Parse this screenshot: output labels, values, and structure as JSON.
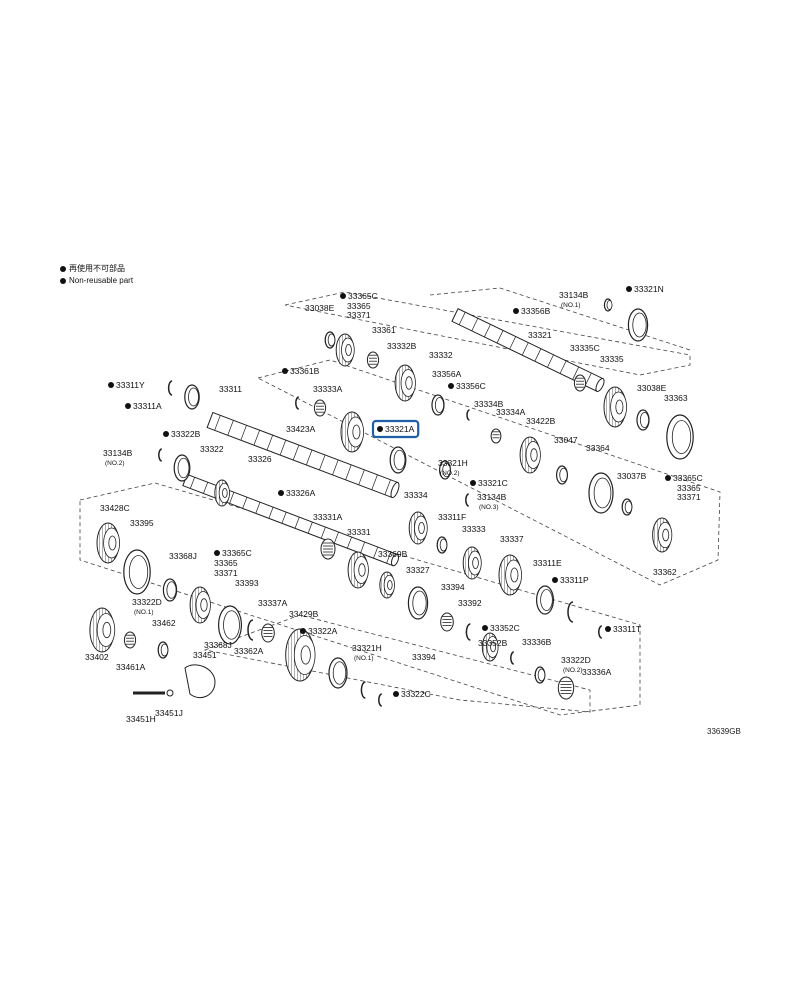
{
  "legend": {
    "items": [
      {
        "text": "再使用不可部品"
      },
      {
        "text": "Non-reusable part"
      }
    ]
  },
  "drawing_code": "33639GB",
  "highlight": "33321A",
  "parts": [
    {
      "id": "33365C",
      "bullet": true,
      "note": ""
    },
    {
      "id": "33365",
      "bullet": false,
      "note": ""
    },
    {
      "id": "33371",
      "bullet": false,
      "note": ""
    },
    {
      "id": "33038E",
      "bullet": false,
      "note": ""
    },
    {
      "id": "33361",
      "bullet": false,
      "note": ""
    },
    {
      "id": "33332B",
      "bullet": false,
      "note": ""
    },
    {
      "id": "33332",
      "bullet": false,
      "note": ""
    },
    {
      "id": "33361B",
      "bullet": true,
      "note": ""
    },
    {
      "id": "33333A",
      "bullet": false,
      "note": ""
    },
    {
      "id": "33356A",
      "bullet": false,
      "note": ""
    },
    {
      "id": "33356C",
      "bullet": true,
      "note": ""
    },
    {
      "id": "33134B",
      "bullet": false,
      "note": "(NO.1)"
    },
    {
      "id": "33321N",
      "bullet": true,
      "note": ""
    },
    {
      "id": "33356B",
      "bullet": true,
      "note": ""
    },
    {
      "id": "33321",
      "bullet": false,
      "note": ""
    },
    {
      "id": "33335C",
      "bullet": false,
      "note": ""
    },
    {
      "id": "33335",
      "bullet": false,
      "note": ""
    },
    {
      "id": "33311Y",
      "bullet": true,
      "note": ""
    },
    {
      "id": "33311A",
      "bullet": true,
      "note": ""
    },
    {
      "id": "33311",
      "bullet": false,
      "note": ""
    },
    {
      "id": "33423A",
      "bullet": false,
      "note": ""
    },
    {
      "id": "33321A",
      "bullet": true,
      "note": ""
    },
    {
      "id": "33334B",
      "bullet": false,
      "note": ""
    },
    {
      "id": "33334A",
      "bullet": false,
      "note": ""
    },
    {
      "id": "33422B",
      "bullet": false,
      "note": ""
    },
    {
      "id": "33038E",
      "bullet": false,
      "note": ""
    },
    {
      "id": "33363",
      "bullet": false,
      "note": ""
    },
    {
      "id": "33322B",
      "bullet": true,
      "note": ""
    },
    {
      "id": "33134B",
      "bullet": false,
      "note": "(NO.2)"
    },
    {
      "id": "33322",
      "bullet": false,
      "note": ""
    },
    {
      "id": "33326",
      "bullet": false,
      "note": ""
    },
    {
      "id": "33326A",
      "bullet": true,
      "note": ""
    },
    {
      "id": "33321H",
      "bullet": false,
      "note": "(NO.2)"
    },
    {
      "id": "33321C",
      "bullet": true,
      "note": ""
    },
    {
      "id": "33134B",
      "bullet": false,
      "note": "(NO.3)"
    },
    {
      "id": "33047",
      "bullet": false,
      "note": ""
    },
    {
      "id": "33364",
      "bullet": false,
      "note": ""
    },
    {
      "id": "33037B",
      "bullet": false,
      "note": ""
    },
    {
      "id": "33365C",
      "bullet": true,
      "note": ""
    },
    {
      "id": "33365",
      "bullet": false,
      "note": ""
    },
    {
      "id": "33371",
      "bullet": false,
      "note": ""
    },
    {
      "id": "33334",
      "bullet": false,
      "note": ""
    },
    {
      "id": "33311F",
      "bullet": false,
      "note": ""
    },
    {
      "id": "33333",
      "bullet": false,
      "note": ""
    },
    {
      "id": "33337",
      "bullet": false,
      "note": ""
    },
    {
      "id": "33428C",
      "bullet": false,
      "note": ""
    },
    {
      "id": "33395",
      "bullet": false,
      "note": ""
    },
    {
      "id": "33331A",
      "bullet": false,
      "note": ""
    },
    {
      "id": "33331",
      "bullet": false,
      "note": ""
    },
    {
      "id": "33369B",
      "bullet": false,
      "note": ""
    },
    {
      "id": "33327",
      "bullet": false,
      "note": ""
    },
    {
      "id": "33311E",
      "bullet": false,
      "note": ""
    },
    {
      "id": "33362",
      "bullet": false,
      "note": ""
    },
    {
      "id": "33368J",
      "bullet": false,
      "note": ""
    },
    {
      "id": "33365C",
      "bullet": true,
      "note": ""
    },
    {
      "id": "33365",
      "bullet": false,
      "note": ""
    },
    {
      "id": "33371",
      "bullet": false,
      "note": ""
    },
    {
      "id": "33393",
      "bullet": false,
      "note": ""
    },
    {
      "id": "33311P",
      "bullet": true,
      "note": ""
    },
    {
      "id": "33394",
      "bullet": false,
      "note": ""
    },
    {
      "id": "33322D",
      "bullet": false,
      "note": "(NO.1)"
    },
    {
      "id": "33462",
      "bullet": false,
      "note": ""
    },
    {
      "id": "33337A",
      "bullet": false,
      "note": ""
    },
    {
      "id": "33429B",
      "bullet": false,
      "note": ""
    },
    {
      "id": "33392",
      "bullet": false,
      "note": ""
    },
    {
      "id": "33352C",
      "bullet": true,
      "note": ""
    },
    {
      "id": "33311T",
      "bullet": true,
      "note": ""
    },
    {
      "id": "33368J",
      "bullet": false,
      "note": ""
    },
    {
      "id": "33322A",
      "bullet": true,
      "note": ""
    },
    {
      "id": "33352B",
      "bullet": false,
      "note": ""
    },
    {
      "id": "33336B",
      "bullet": false,
      "note": ""
    },
    {
      "id": "33402",
      "bullet": false,
      "note": ""
    },
    {
      "id": "33461A",
      "bullet": false,
      "note": ""
    },
    {
      "id": "33451",
      "bullet": false,
      "note": ""
    },
    {
      "id": "33362A",
      "bullet": false,
      "note": ""
    },
    {
      "id": "33321H",
      "bullet": false,
      "note": "(NO.1)"
    },
    {
      "id": "33394",
      "bullet": false,
      "note": ""
    },
    {
      "id": "33322D",
      "bullet": false,
      "note": "(NO.2)"
    },
    {
      "id": "33336A",
      "bullet": false,
      "note": ""
    },
    {
      "id": "33322C",
      "bullet": true,
      "note": ""
    },
    {
      "id": "33451H",
      "bullet": false,
      "note": ""
    },
    {
      "id": "33451J",
      "bullet": false,
      "note": ""
    }
  ]
}
